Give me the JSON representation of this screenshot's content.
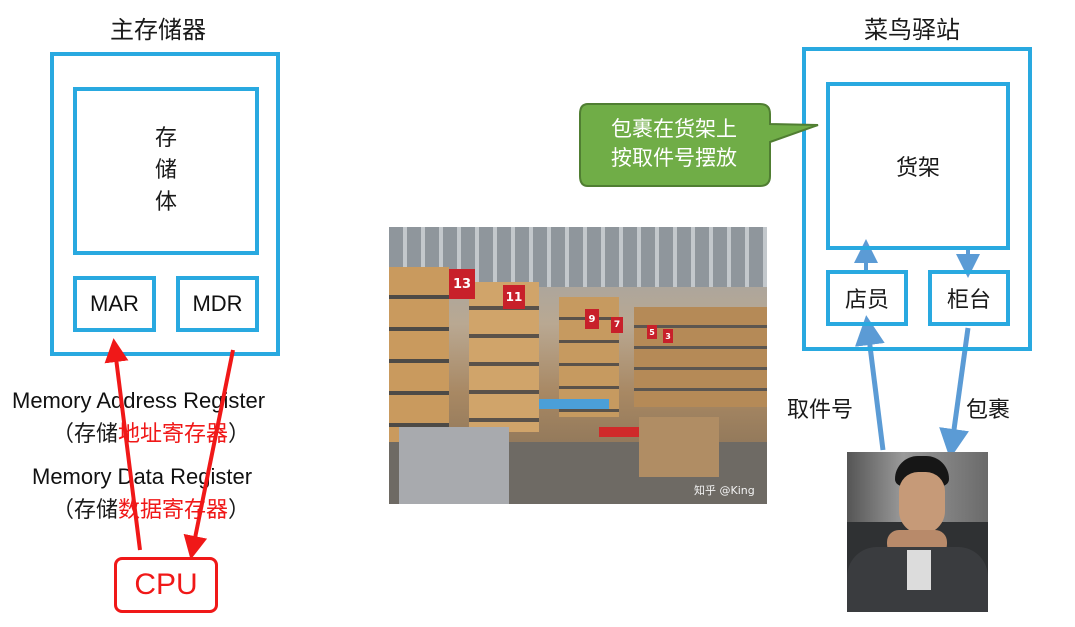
{
  "left": {
    "title": "主存储器",
    "inner_box": "存\n储\n体",
    "mar": "MAR",
    "mdr": "MDR",
    "mar_en": "Memory Address Register",
    "mar_cn_prefix": "（存储",
    "mar_cn_red": "地址寄存器",
    "mar_cn_suffix": "）",
    "mdr_en": "Memory Data Register",
    "mdr_cn_prefix": "（存储",
    "mdr_cn_red": "数据寄存器",
    "mdr_cn_suffix": "）",
    "cpu": "CPU"
  },
  "middle": {
    "warehouse_labels": [
      "13",
      "11",
      "9",
      "7",
      "5",
      "3"
    ],
    "watermark": "知乎 @King"
  },
  "right": {
    "title": "菜鸟驿站",
    "callout": "包裹在货架上\n按取件号摆放",
    "shelf": "货架",
    "clerk": "店员",
    "counter": "柜台",
    "pickup_code": "取件号",
    "package": "包裹"
  },
  "colors": {
    "box_blue": "#29a9e0",
    "arrow_red": "#f01818",
    "arrow_blue": "#5b9bd5",
    "callout_green": "#70ad47"
  }
}
